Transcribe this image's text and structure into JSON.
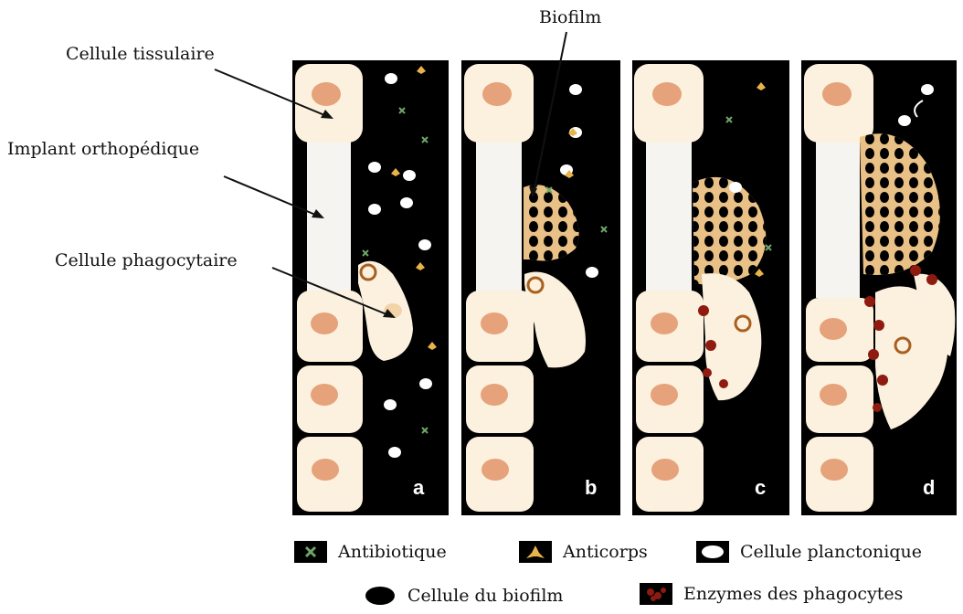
{
  "labels": {
    "cellule_tissulaire": "Cellule tissulaire",
    "implant": "Implant orthopédique",
    "phagocytaire": "Cellule phagocytaire",
    "biofilm": "Biofilm"
  },
  "panels": [
    {
      "letter": "a"
    },
    {
      "letter": "b"
    },
    {
      "letter": "c"
    },
    {
      "letter": "d"
    }
  ],
  "legend": {
    "antibiotique": "Antibiotique",
    "anticorps": "Anticorps",
    "planctonique": "Cellule planctonique",
    "biofilm_cell": "Cellule du biofilm",
    "enzymes": "Enzymes des phagocytes"
  },
  "colors": {
    "background": "#000000",
    "cell_fill": "#fbf1de",
    "nucleus": "#e6a27a",
    "implant": "#f6f4f1",
    "antibody": "#e8b44a",
    "antibiotic": "#6fa56a",
    "biofilm_matrix": "#e9c186",
    "enzyme": "#8e1a10"
  }
}
